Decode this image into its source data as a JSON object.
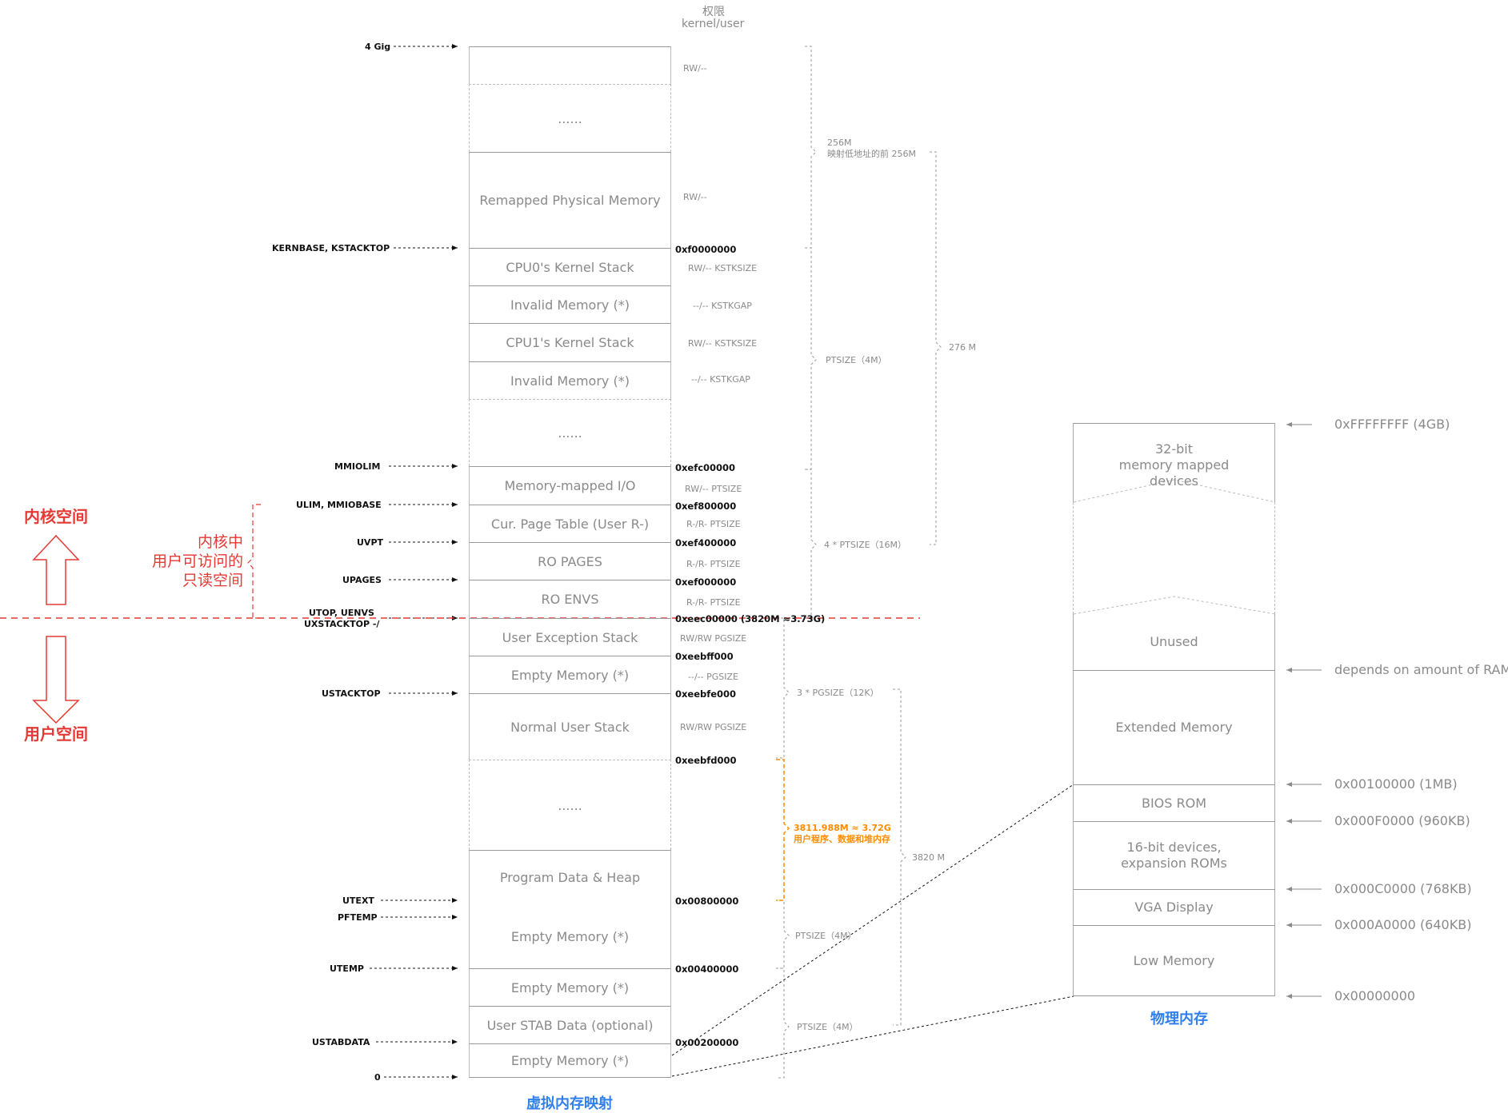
{
  "header": {
    "perm_title": "权限",
    "perm_sub": "kernel/user"
  },
  "virtual": {
    "title": "虚拟内存映射",
    "segments": [
      {
        "label": ""
      },
      {
        "label": "......"
      },
      {
        "label": "Remapped Physical Memory"
      },
      {
        "label": "CPU0's Kernel Stack"
      },
      {
        "label": "Invalid Memory (*)"
      },
      {
        "label": "CPU1's Kernel Stack"
      },
      {
        "label": "Invalid Memory (*)"
      },
      {
        "label": "......"
      },
      {
        "label": "Memory-mapped I/O"
      },
      {
        "label": "Cur. Page Table (User R-)"
      },
      {
        "label": "RO PAGES"
      },
      {
        "label": "RO ENVS"
      },
      {
        "label": "User Exception Stack"
      },
      {
        "label": "Empty Memory (*)"
      },
      {
        "label": "Normal User Stack"
      },
      {
        "label": "......"
      },
      {
        "label": "Program Data & Heap"
      },
      {
        "label": "Empty Memory (*)"
      },
      {
        "label": "Empty Memory (*)"
      },
      {
        "label": "User STAB Data (optional)"
      },
      {
        "label": "Empty Memory (*)"
      }
    ],
    "left_labels": [
      "4 Gig",
      "KERNBASE, KSTACKTOP",
      "MMIOLIM",
      "ULIM, MMIOBASE",
      "UVPT",
      "UPAGES",
      "UTOP, UENVS",
      "UXSTACKTOP -/",
      "USTACKTOP",
      "UTEXT",
      "PFTEMP",
      "UTEMP",
      "USTABDATA",
      "0"
    ],
    "addresses": [
      "0xf0000000",
      "0xefc00000",
      "0xef800000",
      "0xef400000",
      "0xef000000",
      "0xeec00000  (3820M ≈3.73G)",
      "0xeebff000",
      "0xeebfe000",
      "0xeebfd000",
      "0x00800000",
      "0x00400000",
      "0x00200000"
    ],
    "perms": [
      "RW/--",
      "RW/--",
      "RW/-- KSTKSIZE",
      "--/-- KSTKGAP",
      "RW/-- KSTKSIZE",
      "--/-- KSTKGAP",
      "RW/-- PTSIZE",
      "R-/R- PTSIZE",
      "R-/R- PTSIZE",
      "R-/R- PTSIZE",
      "RW/RW PGSIZE",
      "--/-- PGSIZE",
      "RW/RW PGSIZE"
    ],
    "brackets": {
      "b256": "256M\n映射低地址的前 256M",
      "ptsize": "PTSIZE（4M）",
      "b276": "276 M",
      "b16": "4 * PTSIZE（16M）",
      "b12": "3 * PGSIZE（12K）",
      "b3820": "3820 M",
      "orange": "3811.988M ≈ 3.72G\n用户程序、数据和堆内存",
      "pt1": "PTSIZE（4M）",
      "pt2": "PTSIZE（4M）"
    }
  },
  "sides": {
    "kernel": "内核空间",
    "user": "用户空间",
    "readonly": "内核中\n用户可访问的\n只读空间"
  },
  "physical": {
    "title": "物理内存",
    "segments": [
      {
        "label": "32-bit\nmemory mapped\ndevices"
      },
      {
        "label": ""
      },
      {
        "label": "Unused"
      },
      {
        "label": "Extended Memory"
      },
      {
        "label": "BIOS ROM"
      },
      {
        "label": "16-bit devices,\nexpansion ROMs"
      },
      {
        "label": "VGA Display"
      },
      {
        "label": "Low Memory"
      }
    ],
    "addresses": [
      "0xFFFFFFFF (4GB)",
      "depends on amount of RAM",
      "0x00100000 (1MB)",
      "0x000F0000 (960KB)",
      "0x000C0000 (768KB)",
      "0x000A0000 (640KB)",
      "0x00000000"
    ]
  },
  "colors": {
    "red": "#e53935",
    "orange": "#ff8c00",
    "blue": "#2f80ed",
    "gray": "#8a8a8a"
  }
}
